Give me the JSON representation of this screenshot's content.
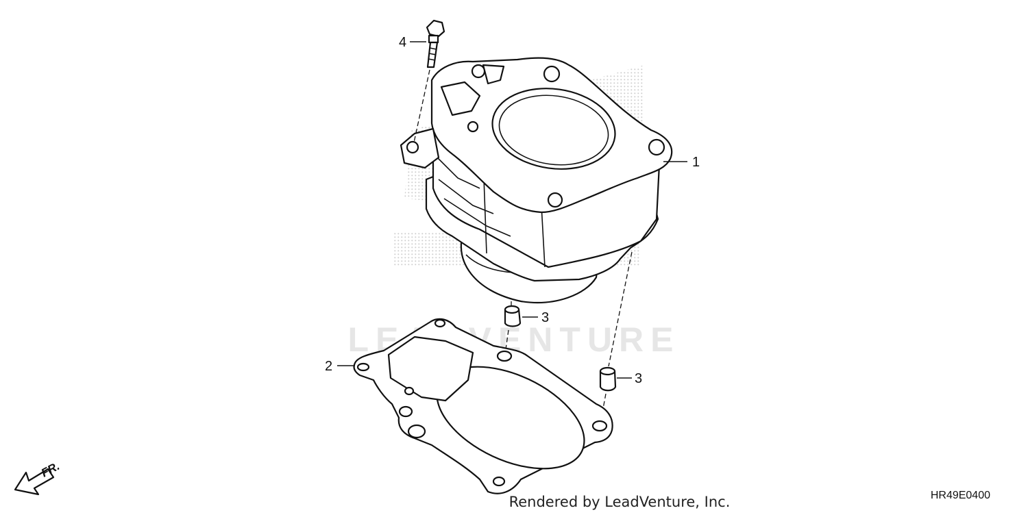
{
  "diagram": {
    "watermark": "LEADVENTURE",
    "footer_text": "Rendered by LeadVenture, Inc.",
    "diagram_code": "HR49E0400",
    "orientation_label": "FR.",
    "callouts": {
      "cylinder": "1",
      "gasket": "2",
      "dowel_pin_upper": "3",
      "dowel_pin_lower": "3",
      "bolt": "4"
    },
    "colors": {
      "line": "#111111",
      "stipple": "#cccccc",
      "watermark": "#e6e6e6"
    }
  }
}
